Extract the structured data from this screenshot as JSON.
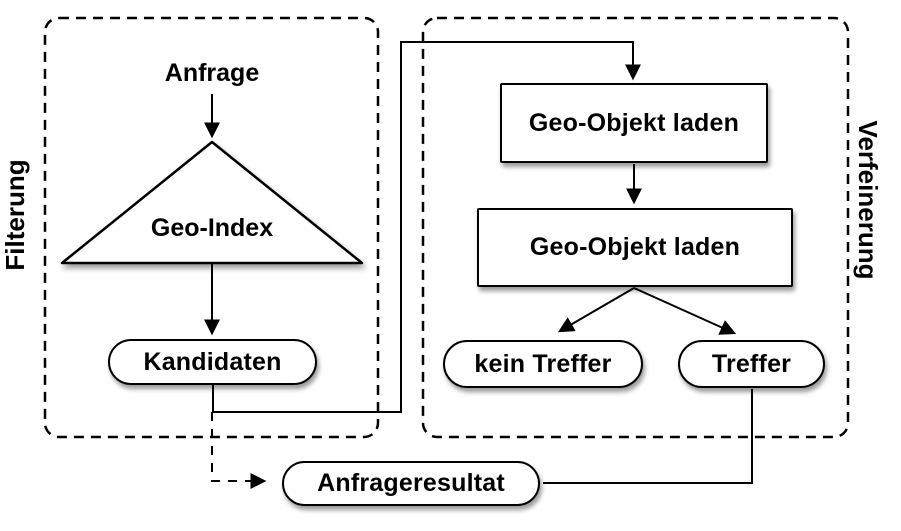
{
  "colors": {
    "background": "#ffffff",
    "stroke": "#000000",
    "node_fill": "#ffffff",
    "shadow": "rgba(0,0,0,0.40)"
  },
  "panels": {
    "filterung": {
      "label": "Filterung"
    },
    "verfeinerung": {
      "label": "Verfeinerung"
    }
  },
  "nodes": {
    "anfrage": {
      "label": "Anfrage"
    },
    "geo_index": {
      "label": "Geo-Index"
    },
    "kandidaten": {
      "label": "Kandidaten"
    },
    "geo_objekt_laden_1": {
      "label": "Geo-Objekt laden"
    },
    "geo_objekt_laden_2": {
      "label": "Geo-Objekt laden"
    },
    "kein_treffer": {
      "label": "kein Treffer"
    },
    "treffer": {
      "label": "Treffer"
    },
    "anfrageresultat": {
      "label": "Anfrageresultat"
    }
  }
}
